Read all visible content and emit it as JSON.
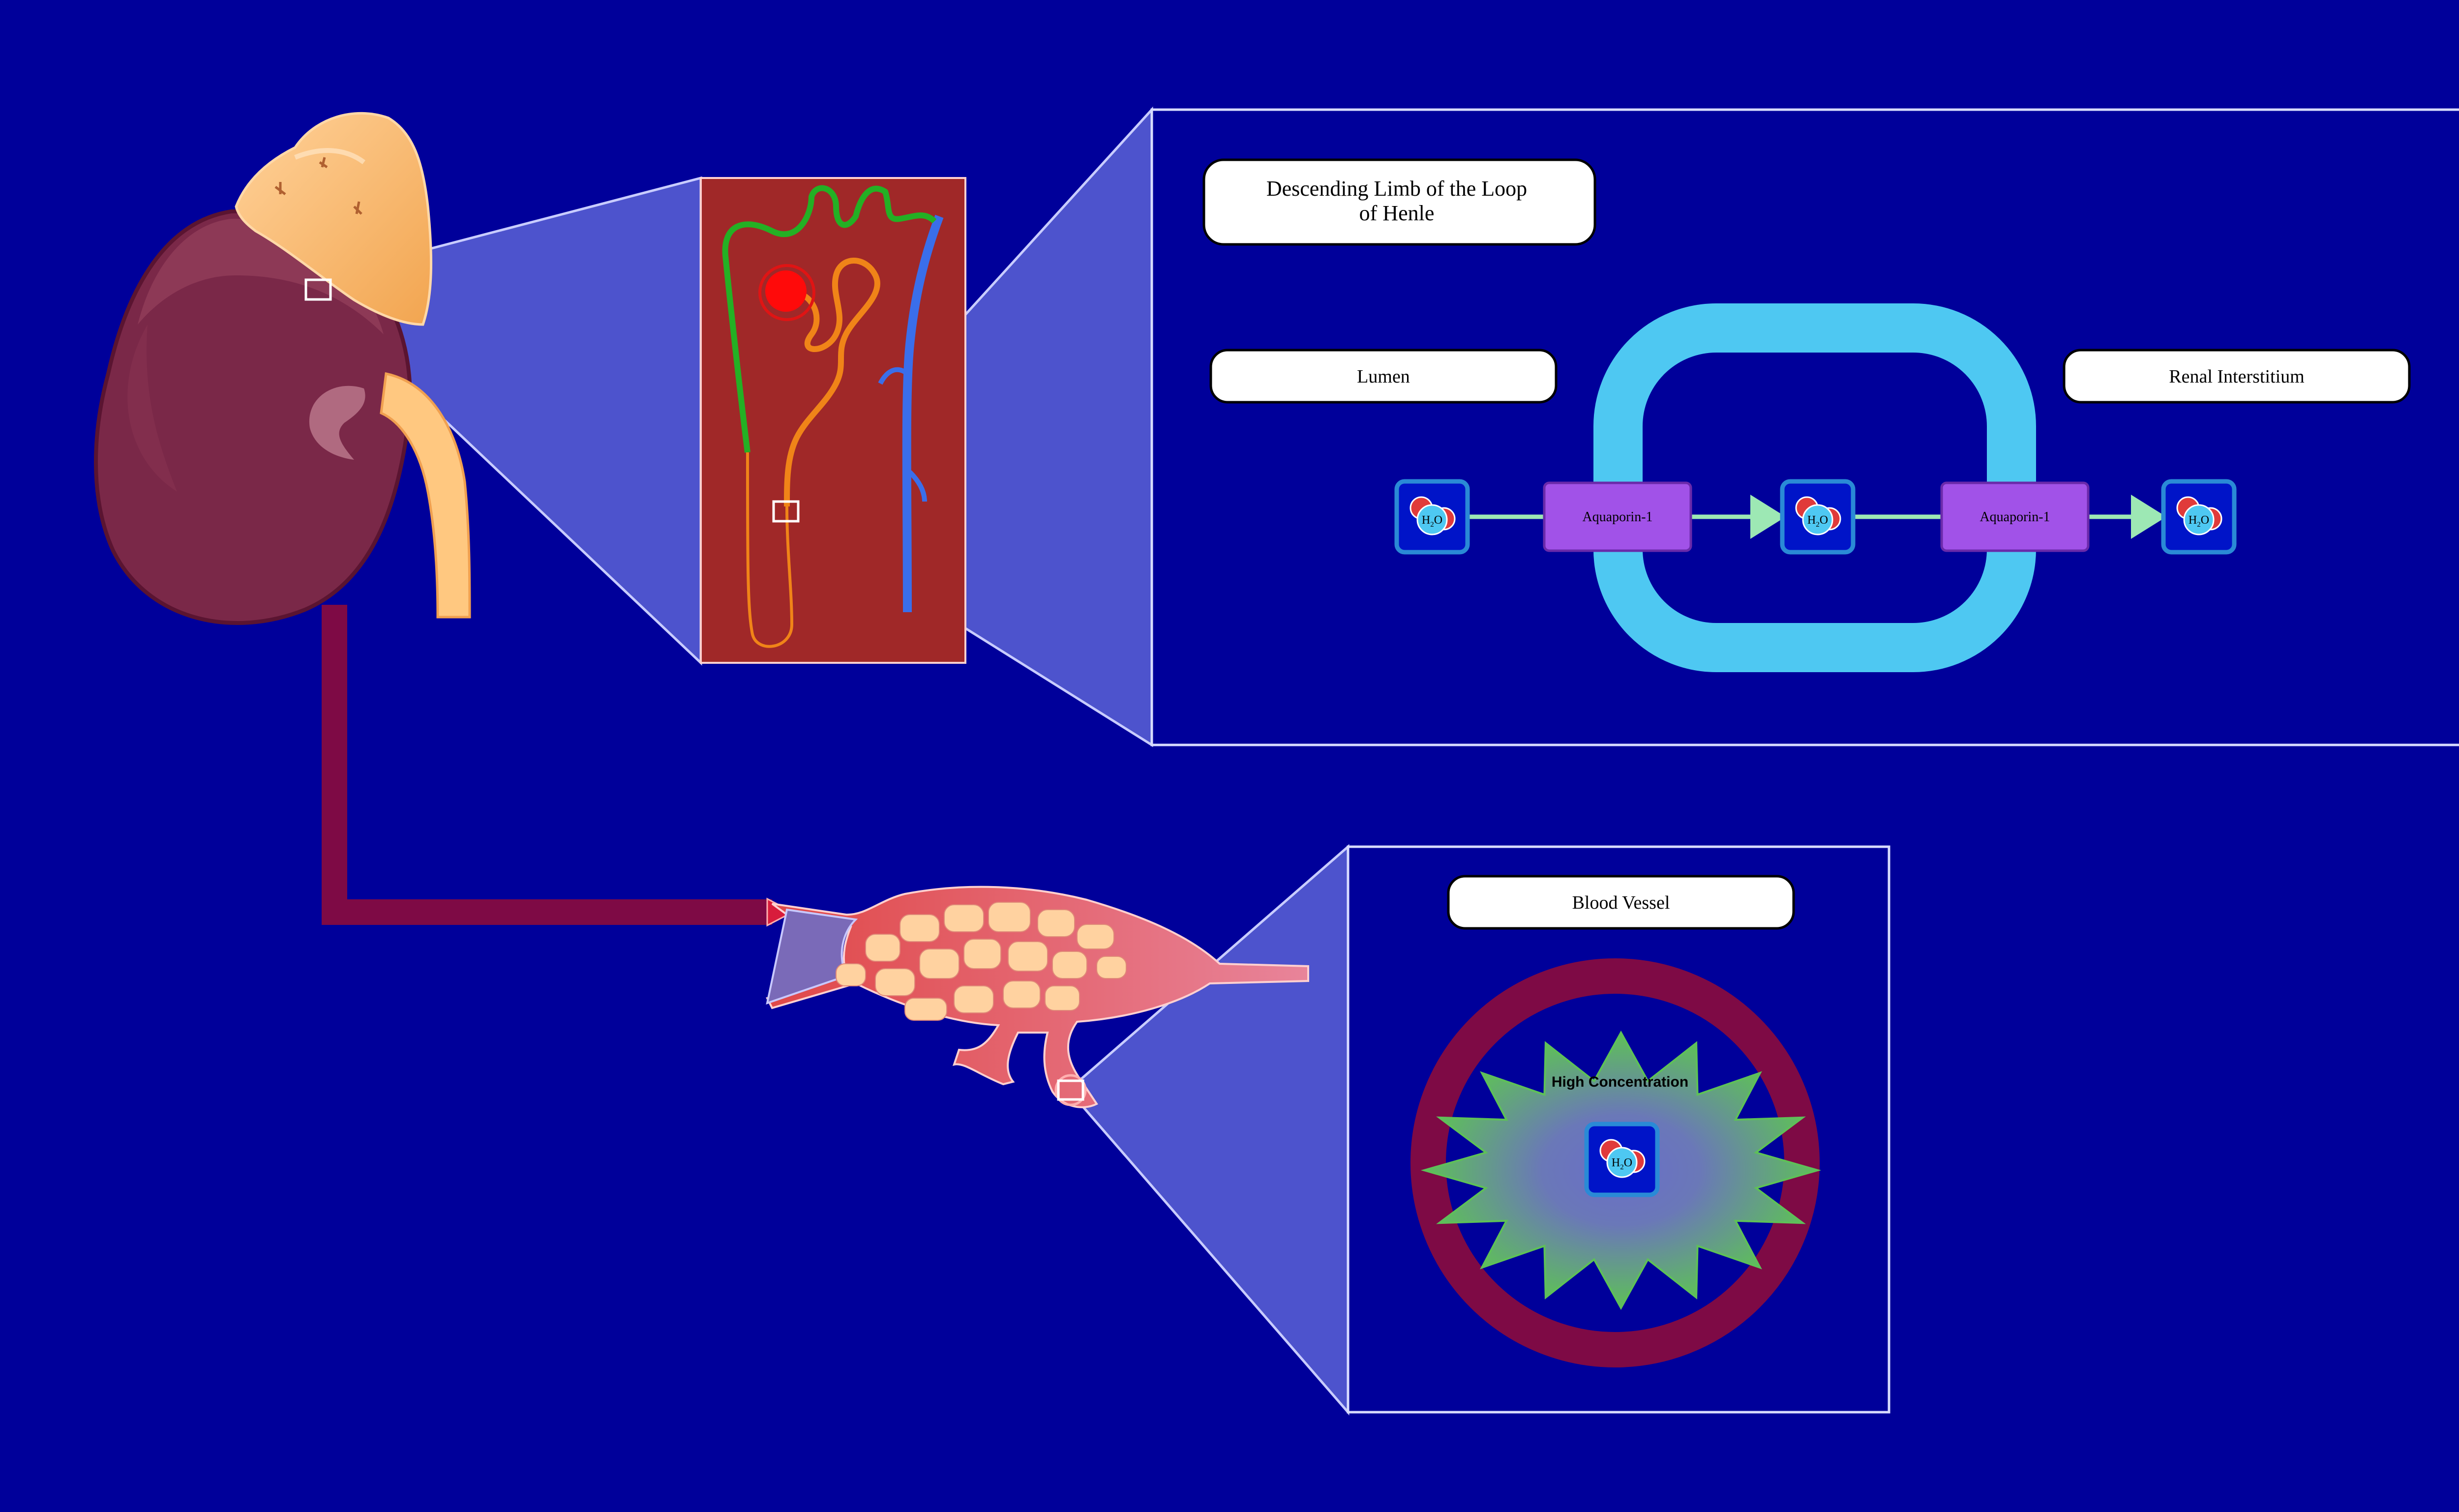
{
  "labels": {
    "segment_title_line1": "Descending Limb of the Loop",
    "segment_title_line2": "of Henle",
    "lumen": "Lumen",
    "interstitium": "Renal Interstitium",
    "blood_vessel": "Blood Vessel",
    "high_concentration": "High Concentration"
  },
  "transporters": [
    {
      "name": "Aquaporin-1"
    },
    {
      "name": "Aquaporin-1"
    }
  ],
  "molecule": {
    "base": "H",
    "sub": "2",
    "tail": "O"
  },
  "colors": {
    "background": "#00009a",
    "membrane": "#4ec8f2",
    "transporter": "#a152e8",
    "arrow": "#9de8b4",
    "molecule_box": "#0014c8",
    "molecule_border": "#2a8ad6",
    "kidney": "#7a2848",
    "vessel_ring": "#7e0a45",
    "concentration_star": "#5ec058",
    "zoom_panel": "#5a5ed0"
  },
  "icons": [
    "kidney-icon",
    "adrenal-gland-icon",
    "nephron-icon",
    "capillary-network-icon",
    "water-molecule-icon"
  ]
}
